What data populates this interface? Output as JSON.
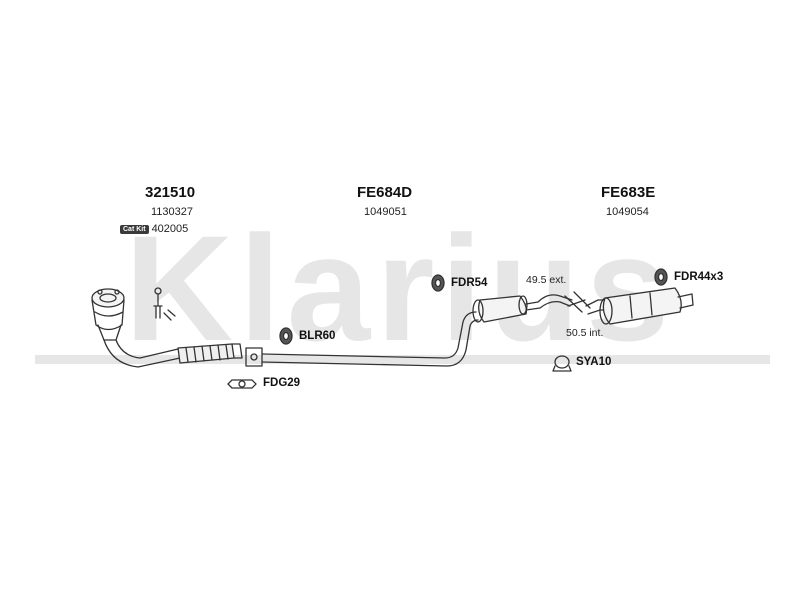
{
  "watermark": {
    "text": "Klarius"
  },
  "sections": [
    {
      "part": "321510",
      "ref": "1130327",
      "catkit_label": "Cat Kit",
      "catkit_ref": "402005"
    },
    {
      "part": "FE684D",
      "ref": "1049051"
    },
    {
      "part": "FE683E",
      "ref": "1049054"
    }
  ],
  "components": {
    "mount_fdr54": "FDR54",
    "mount_blr60": "BLR60",
    "gasket_fdg29": "FDG29",
    "clamp_sya10": "SYA10",
    "mount_fdr44x3": "FDR44x3"
  },
  "measurements": {
    "ext": "49.5 ext.",
    "int": "50.5 int."
  },
  "colors": {
    "watermark": "#e6e6e6",
    "line": "#333333"
  }
}
